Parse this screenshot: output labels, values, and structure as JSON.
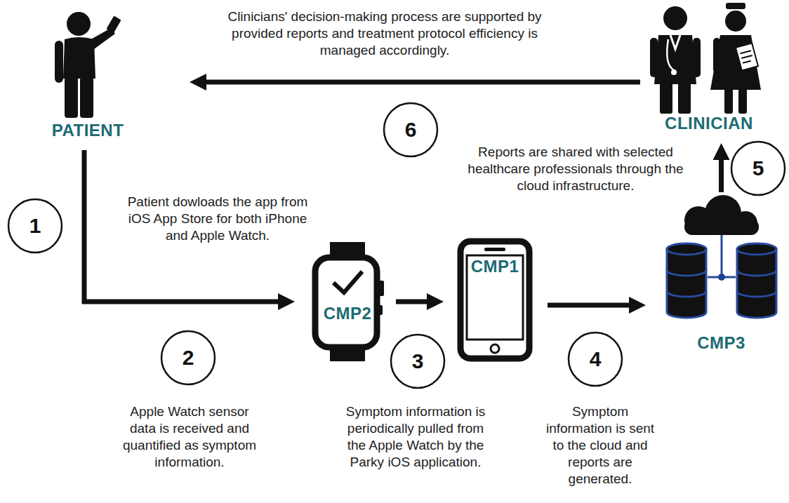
{
  "diagram": {
    "nodes": [
      {
        "text": [
          "PATIENT"
        ]
      },
      {
        "text": [
          "6"
        ]
      },
      {
        "text": [
          "CLINICIAN"
        ]
      },
      {
        "text": [
          "5"
        ]
      },
      {
        "text": [
          "1"
        ]
      },
      {
        "text": [
          "CMP2"
        ]
      },
      {
        "text": [
          "CMP1"
        ]
      },
      {
        "text": [
          "CMP3"
        ]
      },
      {
        "text": [
          "2"
        ]
      },
      {
        "text": [
          "3"
        ]
      },
      {
        "text": [
          "4"
        ]
      }
    ],
    "edges": [
      {
        "from": 2,
        "to": 0,
        "arrow": "to"
      },
      {
        "from": 0,
        "to": 5,
        "arrow": "to"
      },
      {
        "from": 5,
        "to": 6,
        "arrow": "to"
      },
      {
        "from": 6,
        "to": 7,
        "arrow": "to"
      },
      {
        "from": 7,
        "to": 2,
        "arrow": "to"
      }
    ],
    "labels": [
      "Clinicians' decision-making process are supported by provided reports and treatment protocol efficiency is managed accordingly.",
      "Reports are shared with selected healthcare professionals through the cloud infrastructure.",
      "Patient dowloads the app from iOS App Store for both iPhone and Apple Watch.",
      "Apple Watch sensor data is received and quantified as symptom information.",
      "Symptom information is periodically pulled from the Apple Watch by the Parky iOS application.",
      "Symptom information is sent to the cloud and reports are generated."
    ]
  }
}
